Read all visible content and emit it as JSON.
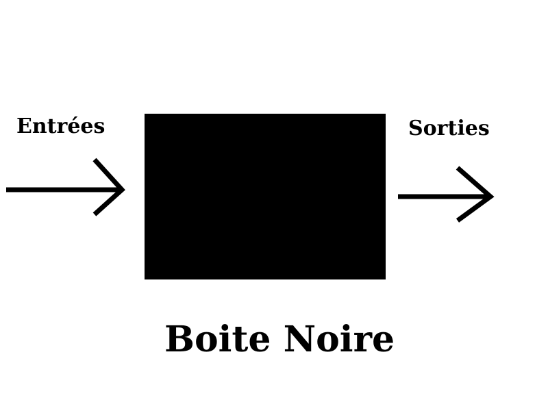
{
  "diagram": {
    "input_label": "Entrées",
    "output_label": "Sorties",
    "box_label": "Boite Noire",
    "colors": {
      "background": "#ffffff",
      "box": "#000000",
      "arrow": "#000000",
      "text": "#000000"
    }
  }
}
